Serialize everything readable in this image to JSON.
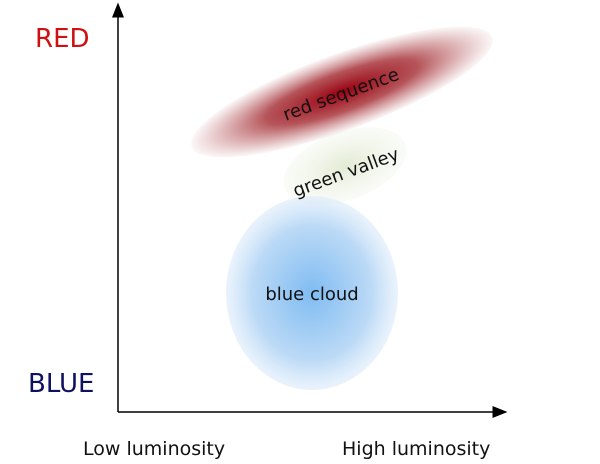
{
  "y_axis": {
    "top_label": "RED",
    "bottom_label": "BLUE",
    "top_color": "#d01010",
    "bottom_color": "#101060"
  },
  "x_axis": {
    "left_label": "Low luminosity",
    "right_label": "High luminosity"
  },
  "regions": {
    "red_sequence": {
      "label": "red sequence",
      "color": "#a00010"
    },
    "green_valley": {
      "label": "green valley",
      "color": "#e4ecd8"
    },
    "blue_cloud": {
      "label": "blue cloud",
      "color": "#8cc0f0"
    }
  }
}
